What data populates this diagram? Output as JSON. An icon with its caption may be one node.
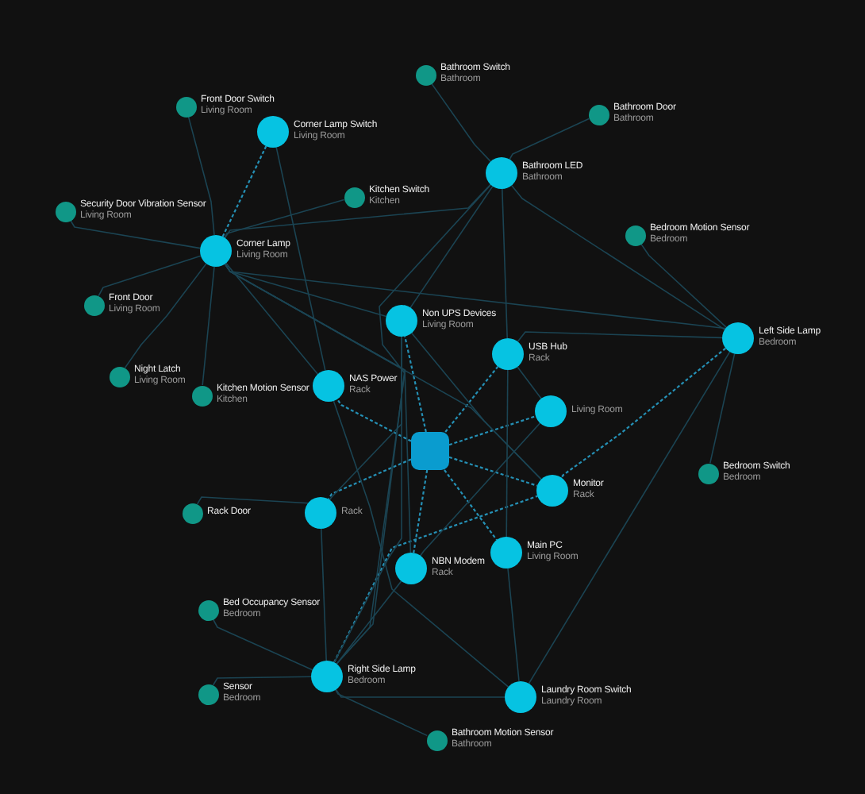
{
  "diagram": {
    "nodes": [
      {
        "text": [
          "Bathroom Switch",
          "Bathroom"
        ]
      },
      {
        "text": [
          "Front Door Switch",
          "Living Room"
        ]
      },
      {
        "text": [
          "Bathroom Door",
          "Bathroom"
        ]
      },
      {
        "text": [
          "Corner Lamp Switch",
          "Living Room"
        ]
      },
      {
        "text": [
          "Bathroom LED",
          "Bathroom"
        ]
      },
      {
        "text": [
          "Kitchen Switch",
          "Kitchen"
        ]
      },
      {
        "text": [
          "Security Door Vibration Sensor",
          "Living Room"
        ]
      },
      {
        "text": [
          "Bedroom Motion Sensor",
          "Bedroom"
        ]
      },
      {
        "text": [
          "Corner Lamp",
          "Living Room"
        ]
      },
      {
        "text": [
          "Front Door",
          "Living Room"
        ]
      },
      {
        "text": [
          "Non UPS Devices",
          "Living Room"
        ]
      },
      {
        "text": [
          "USB Hub",
          "Rack"
        ]
      },
      {
        "text": [
          "Left Side Lamp",
          "Bedroom"
        ]
      },
      {
        "text": [
          "Night Latch",
          "Living Room"
        ]
      },
      {
        "text": [
          "NAS Power",
          "Rack"
        ]
      },
      {
        "text": [
          "Kitchen Motion Sensor",
          "Kitchen"
        ]
      },
      {
        "text": [
          "Living Room"
        ]
      },
      {
        "text": [],
        "shape": "box"
      },
      {
        "text": [
          "Bedroom Switch",
          "Bedroom"
        ]
      },
      {
        "text": [
          "Monitor",
          "Rack"
        ]
      },
      {
        "text": [
          "Rack Door"
        ]
      },
      {
        "text": [
          "Rack"
        ]
      },
      {
        "text": [
          "Main PC",
          "Living Room"
        ]
      },
      {
        "text": [
          "NBN Modem",
          "Rack"
        ]
      },
      {
        "text": [
          "Bed Occupancy Sensor",
          "Bedroom"
        ]
      },
      {
        "text": [
          "Right Side Lamp",
          "Bedroom"
        ]
      },
      {
        "text": [
          "Sensor",
          "Bedroom"
        ]
      },
      {
        "text": [
          "Laundry Room Switch",
          "Laundry Room"
        ]
      },
      {
        "text": [
          "Bathroom Motion Sensor",
          "Bathroom"
        ]
      }
    ],
    "edges": [
      {
        "from": 17,
        "to": 14,
        "arrow": "none",
        "style": "dashed",
        "color": "#2590b5"
      },
      {
        "from": 17,
        "to": 10,
        "arrow": "none",
        "style": "dashed",
        "color": "#2590b5"
      },
      {
        "from": 17,
        "to": 11,
        "arrow": "none",
        "style": "dashed",
        "color": "#2590b5"
      },
      {
        "from": 17,
        "to": 16,
        "arrow": "none",
        "style": "dashed",
        "color": "#2590b5"
      },
      {
        "from": 17,
        "to": 19,
        "arrow": "none",
        "style": "dashed",
        "color": "#2590b5"
      },
      {
        "from": 17,
        "to": 22,
        "arrow": "none",
        "style": "dashed",
        "color": "#2590b5"
      },
      {
        "from": 17,
        "to": 23,
        "arrow": "none",
        "style": "dashed",
        "color": "#2590b5"
      },
      {
        "from": 17,
        "to": 21,
        "arrow": "none",
        "style": "dashed",
        "color": "#2590b5"
      },
      {
        "from": 8,
        "to": 3,
        "arrow": "none",
        "style": "dashed",
        "color": "#2590b5"
      },
      {
        "from": 12,
        "to": 19,
        "arrow": "none",
        "style": "dashed",
        "color": "#2590b5"
      },
      {
        "from": 25,
        "to": 19,
        "arrow": "none",
        "style": "dashed",
        "color": "#2590b5"
      },
      {
        "from": 1,
        "to": 8,
        "arrow": "none"
      },
      {
        "from": 6,
        "to": 8,
        "arrow": "none"
      },
      {
        "from": 9,
        "to": 8,
        "arrow": "none"
      },
      {
        "from": 13,
        "to": 8,
        "arrow": "none"
      },
      {
        "from": 15,
        "to": 8,
        "arrow": "none"
      },
      {
        "from": 5,
        "to": 8,
        "arrow": "none"
      },
      {
        "from": 8,
        "to": 4,
        "arrow": "none"
      },
      {
        "from": 8,
        "to": 10,
        "arrow": "none"
      },
      {
        "from": 8,
        "to": 12,
        "arrow": "none"
      },
      {
        "from": 8,
        "to": 14,
        "arrow": "none"
      },
      {
        "from": 8,
        "to": 19,
        "arrow": "none"
      },
      {
        "from": 8,
        "to": 25,
        "arrow": "none"
      },
      {
        "from": 8,
        "to": 23,
        "arrow": "none"
      },
      {
        "from": 0,
        "to": 4,
        "arrow": "none"
      },
      {
        "from": 2,
        "to": 4,
        "arrow": "none"
      },
      {
        "from": 4,
        "to": 10,
        "arrow": "none"
      },
      {
        "from": 4,
        "to": 11,
        "arrow": "none"
      },
      {
        "from": 4,
        "to": 12,
        "arrow": "none"
      },
      {
        "from": 4,
        "to": 25,
        "arrow": "none"
      },
      {
        "from": 7,
        "to": 12,
        "arrow": "none"
      },
      {
        "from": 18,
        "to": 12,
        "arrow": "none"
      },
      {
        "from": 11,
        "to": 12,
        "arrow": "none"
      },
      {
        "from": 12,
        "to": 27,
        "arrow": "none"
      },
      {
        "from": 3,
        "to": 14,
        "arrow": "none"
      },
      {
        "from": 10,
        "to": 19,
        "arrow": "none"
      },
      {
        "from": 10,
        "to": 25,
        "arrow": "none"
      },
      {
        "from": 10,
        "to": 21,
        "arrow": "none"
      },
      {
        "from": 11,
        "to": 22,
        "arrow": "none"
      },
      {
        "from": 11,
        "to": 16,
        "arrow": "none"
      },
      {
        "from": 16,
        "to": 23,
        "arrow": "none"
      },
      {
        "from": 20,
        "to": 21,
        "arrow": "none"
      },
      {
        "from": 21,
        "to": 25,
        "arrow": "none"
      },
      {
        "from": 22,
        "to": 27,
        "arrow": "none"
      },
      {
        "from": 25,
        "to": 27,
        "arrow": "none"
      },
      {
        "from": 14,
        "to": 27,
        "arrow": "none"
      },
      {
        "from": 24,
        "to": 25,
        "arrow": "none"
      },
      {
        "from": 26,
        "to": 25,
        "arrow": "none"
      },
      {
        "from": 28,
        "to": 25,
        "arrow": "none"
      },
      {
        "from": 23,
        "to": 25,
        "arrow": "none"
      }
    ]
  }
}
